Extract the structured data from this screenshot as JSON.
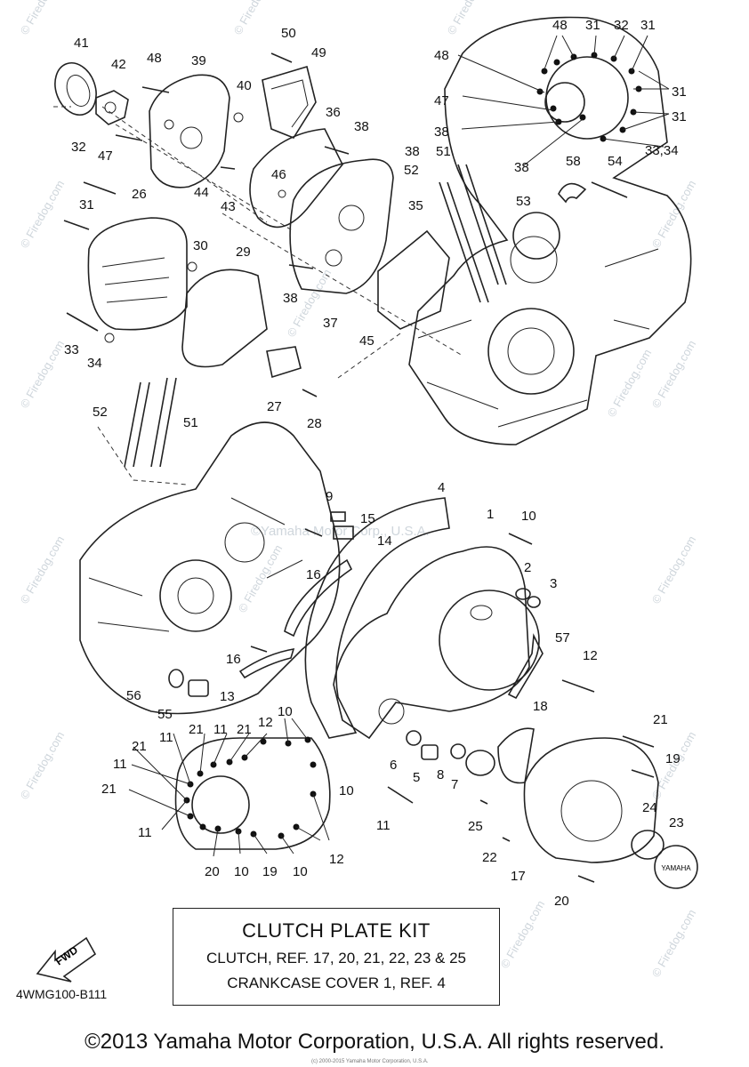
{
  "watermark": "© Firedog.com",
  "center_watermark": "©Yamaha Motor Corp., U.S.A.",
  "refs": {
    "r1": "1",
    "r2": "2",
    "r3": "3",
    "r4": "4",
    "r5": "5",
    "r6": "6",
    "r7": "7",
    "r8": "8",
    "r9": "9",
    "r10": "10",
    "r11": "11",
    "r12": "12",
    "r13": "13",
    "r14": "14",
    "r15": "15",
    "r16": "16",
    "r17": "17",
    "r18": "18",
    "r19": "19",
    "r20": "20",
    "r21": "21",
    "r22": "22",
    "r23": "23",
    "r24": "24",
    "r25": "25",
    "r26": "26",
    "r27": "27",
    "r28": "28",
    "r29": "29",
    "r30": "30",
    "r31": "31",
    "r32": "32",
    "r33": "33",
    "r34": "34",
    "r35": "35",
    "r36": "36",
    "r37": "37",
    "r38": "38",
    "r39": "39",
    "r40": "40",
    "r41": "41",
    "r42": "42",
    "r43": "43",
    "r44": "44",
    "r45": "45",
    "r46": "46",
    "r47": "47",
    "r48": "48",
    "r49": "49",
    "r50": "50",
    "r51": "51",
    "r52": "52",
    "r53": "53",
    "r54": "54",
    "r55": "55",
    "r56": "56",
    "r57": "57",
    "r58": "58",
    "r33_34": "33,34"
  },
  "cap_label": "YAMAHA",
  "fwd_label": "FWD",
  "kit": {
    "title": "CLUTCH PLATE KIT",
    "line1": "CLUTCH, REF. 17, 20, 21, 22, 23 & 25",
    "line2": "CRANKCASE COVER 1, REF. 4"
  },
  "catalog_code": "4WMG100-B111",
  "copyright": "©2013 Yamaha Motor Corporation, U.S.A. All rights reserved.",
  "tiny_note": "(c) 2000-2015 Yamaha Motor Corporation, U.S.A."
}
